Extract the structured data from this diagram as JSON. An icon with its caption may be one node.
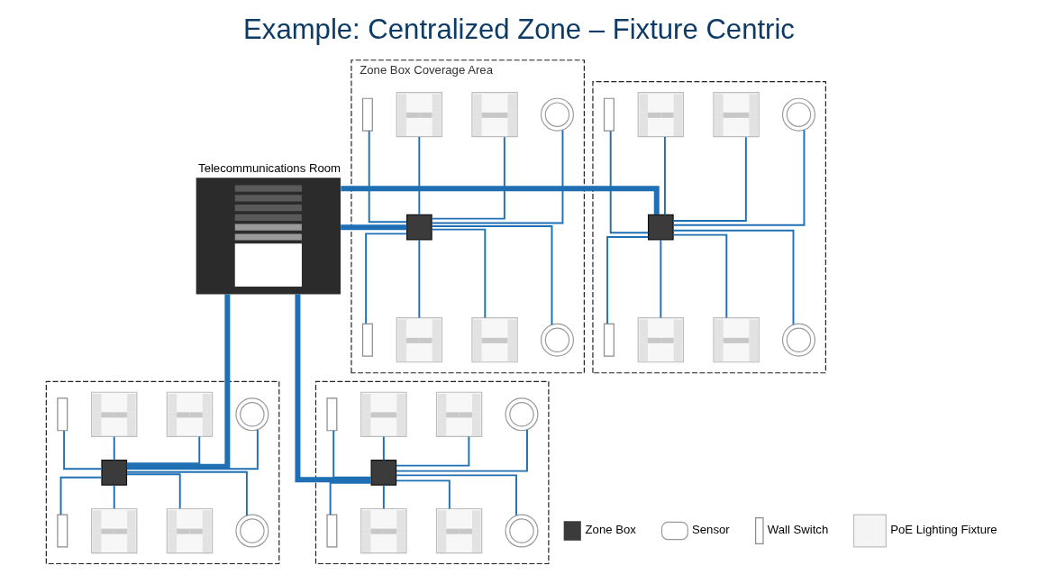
{
  "diagram": {
    "title": "Example: Centralized Zone – Fixture Centric",
    "nodes": [
      {
        "text": [
          "Telecommunications Room"
        ]
      },
      {
        "text": [
          "Zone Box Coverage Area"
        ]
      },
      {
        "text": [],
        "shape": "bar",
        "in": 1
      },
      {
        "text": [],
        "shape": "picture",
        "in": 1
      },
      {
        "text": [],
        "shape": "picture",
        "in": 1
      },
      {
        "text": [],
        "shape": "circle",
        "in": 1
      },
      {
        "text": [],
        "shape": "box",
        "in": 1
      },
      {
        "text": [],
        "shape": "bar",
        "in": 1
      },
      {
        "text": [],
        "shape": "picture",
        "in": 1
      },
      {
        "text": [],
        "shape": "picture",
        "in": 1
      },
      {
        "text": [],
        "shape": "circle",
        "in": 1
      },
      {
        "text": [],
        "shape": "box"
      },
      {
        "text": [],
        "shape": "bar",
        "in": 11
      },
      {
        "text": [],
        "shape": "picture",
        "in": 11
      },
      {
        "text": [],
        "shape": "picture",
        "in": 11
      },
      {
        "text": [],
        "shape": "circle",
        "in": 11
      },
      {
        "text": [],
        "shape": "box",
        "in": 11
      },
      {
        "text": [],
        "shape": "bar",
        "in": 11
      },
      {
        "text": [],
        "shape": "picture",
        "in": 11
      },
      {
        "text": [],
        "shape": "picture",
        "in": 11
      },
      {
        "text": [],
        "shape": "circle",
        "in": 11
      },
      {
        "text": [],
        "shape": "box"
      },
      {
        "text": [],
        "shape": "bar",
        "in": 21
      },
      {
        "text": [],
        "shape": "picture",
        "in": 21
      },
      {
        "text": [],
        "shape": "picture",
        "in": 21
      },
      {
        "text": [],
        "shape": "circle",
        "in": 21
      },
      {
        "text": [],
        "shape": "box",
        "in": 21
      },
      {
        "text": [],
        "shape": "bar",
        "in": 21
      },
      {
        "text": [],
        "shape": "picture",
        "in": 21
      },
      {
        "text": [],
        "shape": "picture",
        "in": 21
      },
      {
        "text": [],
        "shape": "circle",
        "in": 21
      },
      {
        "text": [],
        "shape": "box"
      },
      {
        "text": [],
        "shape": "bar",
        "in": 31
      },
      {
        "text": [],
        "shape": "picture",
        "in": 31
      },
      {
        "text": [],
        "shape": "picture",
        "in": 31
      },
      {
        "text": [],
        "shape": "circle",
        "in": 31
      },
      {
        "text": [],
        "shape": "box",
        "in": 31
      },
      {
        "text": [],
        "shape": "bar",
        "in": 31
      },
      {
        "text": [],
        "shape": "picture",
        "in": 31
      },
      {
        "text": [],
        "shape": "picture",
        "in": 31
      },
      {
        "text": [],
        "shape": "circle",
        "in": 31
      }
    ],
    "edges": [
      {
        "from": 0,
        "to": 6,
        "arrow": "none",
        "style": "thick"
      },
      {
        "from": 0,
        "to": 16,
        "arrow": "none",
        "style": "thick"
      },
      {
        "from": 0,
        "to": 26,
        "arrow": "none",
        "style": "thick"
      },
      {
        "from": 0,
        "to": 36,
        "arrow": "none",
        "style": "thick"
      },
      {
        "from": 2,
        "to": 6,
        "arrow": "none"
      },
      {
        "from": 3,
        "to": 6,
        "arrow": "none"
      },
      {
        "from": 4,
        "to": 6,
        "arrow": "none"
      },
      {
        "from": 5,
        "to": 6,
        "arrow": "none"
      },
      {
        "from": 6,
        "to": 7,
        "arrow": "none"
      },
      {
        "from": 6,
        "to": 8,
        "arrow": "none"
      },
      {
        "from": 6,
        "to": 9,
        "arrow": "none"
      },
      {
        "from": 6,
        "to": 10,
        "arrow": "none"
      },
      {
        "from": 12,
        "to": 16,
        "arrow": "none"
      },
      {
        "from": 13,
        "to": 16,
        "arrow": "none"
      },
      {
        "from": 14,
        "to": 16,
        "arrow": "none"
      },
      {
        "from": 15,
        "to": 16,
        "arrow": "none"
      },
      {
        "from": 16,
        "to": 17,
        "arrow": "none"
      },
      {
        "from": 16,
        "to": 18,
        "arrow": "none"
      },
      {
        "from": 16,
        "to": 19,
        "arrow": "none"
      },
      {
        "from": 16,
        "to": 20,
        "arrow": "none"
      },
      {
        "from": 22,
        "to": 26,
        "arrow": "none"
      },
      {
        "from": 23,
        "to": 26,
        "arrow": "none"
      },
      {
        "from": 24,
        "to": 26,
        "arrow": "none"
      },
      {
        "from": 25,
        "to": 26,
        "arrow": "none"
      },
      {
        "from": 26,
        "to": 27,
        "arrow": "none"
      },
      {
        "from": 26,
        "to": 28,
        "arrow": "none"
      },
      {
        "from": 26,
        "to": 29,
        "arrow": "none"
      },
      {
        "from": 26,
        "to": 30,
        "arrow": "none"
      },
      {
        "from": 32,
        "to": 36,
        "arrow": "none"
      },
      {
        "from": 33,
        "to": 36,
        "arrow": "none"
      },
      {
        "from": 34,
        "to": 36,
        "arrow": "none"
      },
      {
        "from": 35,
        "to": 36,
        "arrow": "none"
      },
      {
        "from": 36,
        "to": 37,
        "arrow": "none"
      },
      {
        "from": 36,
        "to": 38,
        "arrow": "none"
      },
      {
        "from": 36,
        "to": 39,
        "arrow": "none"
      },
      {
        "from": 36,
        "to": 40,
        "arrow": "none"
      }
    ],
    "legend": [
      {
        "text": "Zone Box"
      },
      {
        "text": "Sensor"
      },
      {
        "text": "Wall Switch"
      },
      {
        "text": "PoE Lighting Fixture"
      }
    ]
  }
}
